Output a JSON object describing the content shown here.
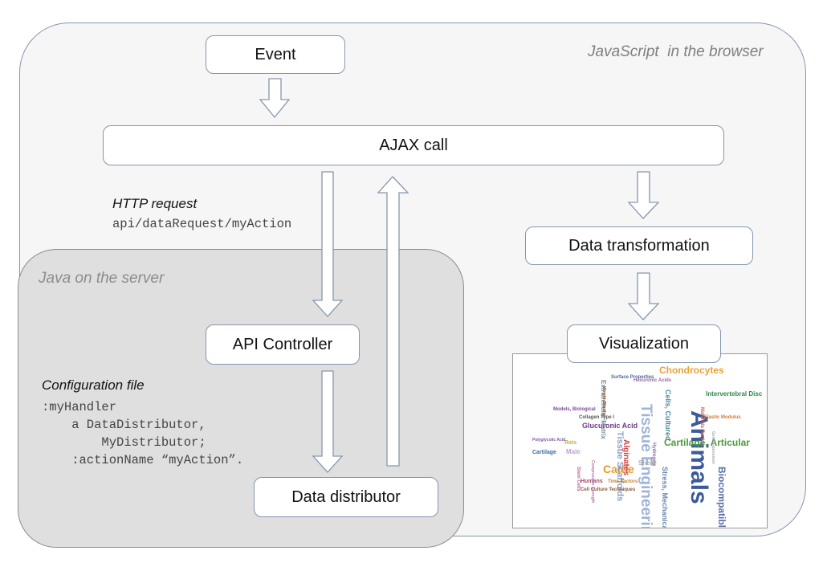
{
  "regions": {
    "browser_label": "JavaScript  in the browser",
    "server_label": "Java on the server"
  },
  "nodes": {
    "event": "Event",
    "ajax": "AJAX call",
    "transform": "Data transformation",
    "visualization": "Visualization",
    "api_controller": "API Controller",
    "distributor": "Data distributor"
  },
  "http_request": {
    "title": "HTTP request",
    "path": "api/dataRequest/myAction"
  },
  "config": {
    "title": "Configuration file",
    "lines": [
      ":myHandler",
      "    a DataDistributor,",
      "        MyDistributor;",
      "    :actionName “myAction”."
    ]
  },
  "word_cloud": [
    {
      "text": "Animals",
      "color": "#3b5a9a"
    },
    {
      "text": "Tissue Engineering",
      "color": "#9fb4d8"
    },
    {
      "text": "Chondrocytes",
      "color": "#e8a23a"
    },
    {
      "text": "Cartilage, Articular",
      "color": "#4a9a3a"
    },
    {
      "text": "Cattle",
      "color": "#e89a2a"
    },
    {
      "text": "Biocompatible Materials",
      "color": "#5a6fa8"
    },
    {
      "text": "Alginates",
      "color": "#d04040"
    },
    {
      "text": "Tissue Scaffolds",
      "color": "#8aa0c8"
    },
    {
      "text": "Intervertebral Disc",
      "color": "#2a8a4a"
    },
    {
      "text": "Cells, Cultured",
      "color": "#4a8aa0"
    },
    {
      "text": "Glucuronic Acid",
      "color": "#6a3a8a"
    },
    {
      "text": "Extracellular Matrix",
      "color": "#7a8a9a"
    },
    {
      "text": "Collagen Type I",
      "color": "#555555"
    },
    {
      "text": "Models, Biological",
      "color": "#7a4aa0"
    },
    {
      "text": "Cartilage",
      "color": "#3a6aa8"
    },
    {
      "text": "Humans",
      "color": "#a04a6a"
    },
    {
      "text": "Cell Culture Techniques",
      "color": "#8a5a3a"
    },
    {
      "text": "Time Factors",
      "color": "#c0842a"
    },
    {
      "text": "Materials Testing",
      "color": "#c05a5a"
    },
    {
      "text": "Shear",
      "color": "#b0b0b0"
    },
    {
      "text": "Stress, Mechanical",
      "color": "#6a8ab0"
    },
    {
      "text": "Hydrogels",
      "color": "#8a6aa8"
    },
    {
      "text": "Male",
      "color": "#c0a0d8"
    },
    {
      "text": "Rats",
      "color": "#c8b040"
    },
    {
      "text": "Surface Properties",
      "color": "#4a6a9a"
    },
    {
      "text": "Hexuronic Acids",
      "color": "#9a6aa0"
    },
    {
      "text": "Elastic Modulus",
      "color": "#d07a3a"
    },
    {
      "text": "Stem Cells",
      "color": "#c06a9a"
    },
    {
      "text": "Compressive Strength",
      "color": "#b07aa8"
    },
    {
      "text": "Gene Expression",
      "color": "#a8a8a8"
    },
    {
      "text": "Weight-Bearing",
      "color": "#8a5a2a"
    },
    {
      "text": "Polyglycolic Acid",
      "color": "#7a5aa0"
    }
  ],
  "colors": {
    "browser_border": "#8696ad",
    "browser_fill": "#f6f6f7",
    "server_fill": "#dfdfdf",
    "arrow_stroke": "#8696ad"
  }
}
